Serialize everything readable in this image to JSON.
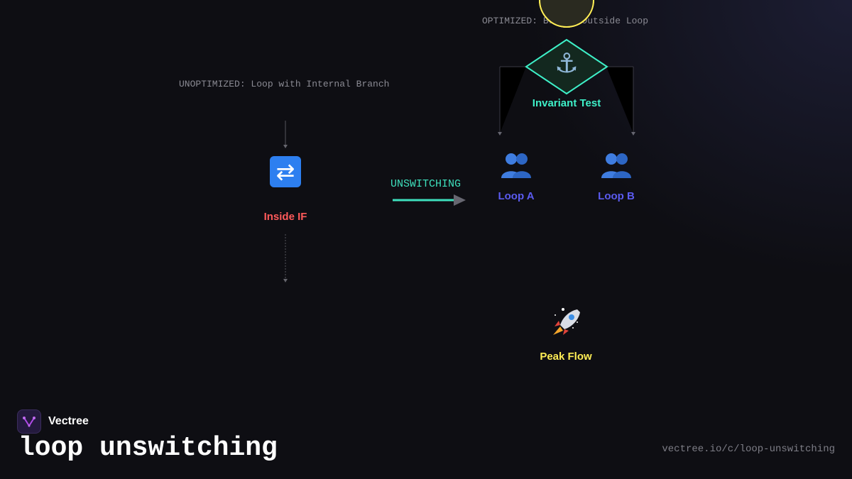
{
  "sections": {
    "unoptimized": "UNOPTIMIZED: Loop with Internal Branch",
    "optimized": "OPTIMIZED: Branch Outside Loop"
  },
  "nodes": {
    "inside_if": {
      "label": "Inside IF",
      "icon": "shuffle-icon",
      "color": "#ff5a5a"
    },
    "invariant_test": {
      "label": "Invariant Test",
      "icon": "anchor-icon",
      "color": "#3ef0c8"
    },
    "loop_a": {
      "label": "Loop A",
      "icon": "people-icon",
      "color": "#5b5bf0"
    },
    "loop_b": {
      "label": "Loop B",
      "icon": "people-icon",
      "color": "#5b5bf0"
    },
    "peak_flow": {
      "label": "Peak Flow",
      "icon": "rocket-icon",
      "color": "#ffee55"
    }
  },
  "transform": {
    "label": "UNSWITCHING",
    "color": "#3ee0bd"
  },
  "brand": {
    "name": "Vectree"
  },
  "title": "loop unswitching",
  "url": "vectree.io/c/loop-unswitching"
}
